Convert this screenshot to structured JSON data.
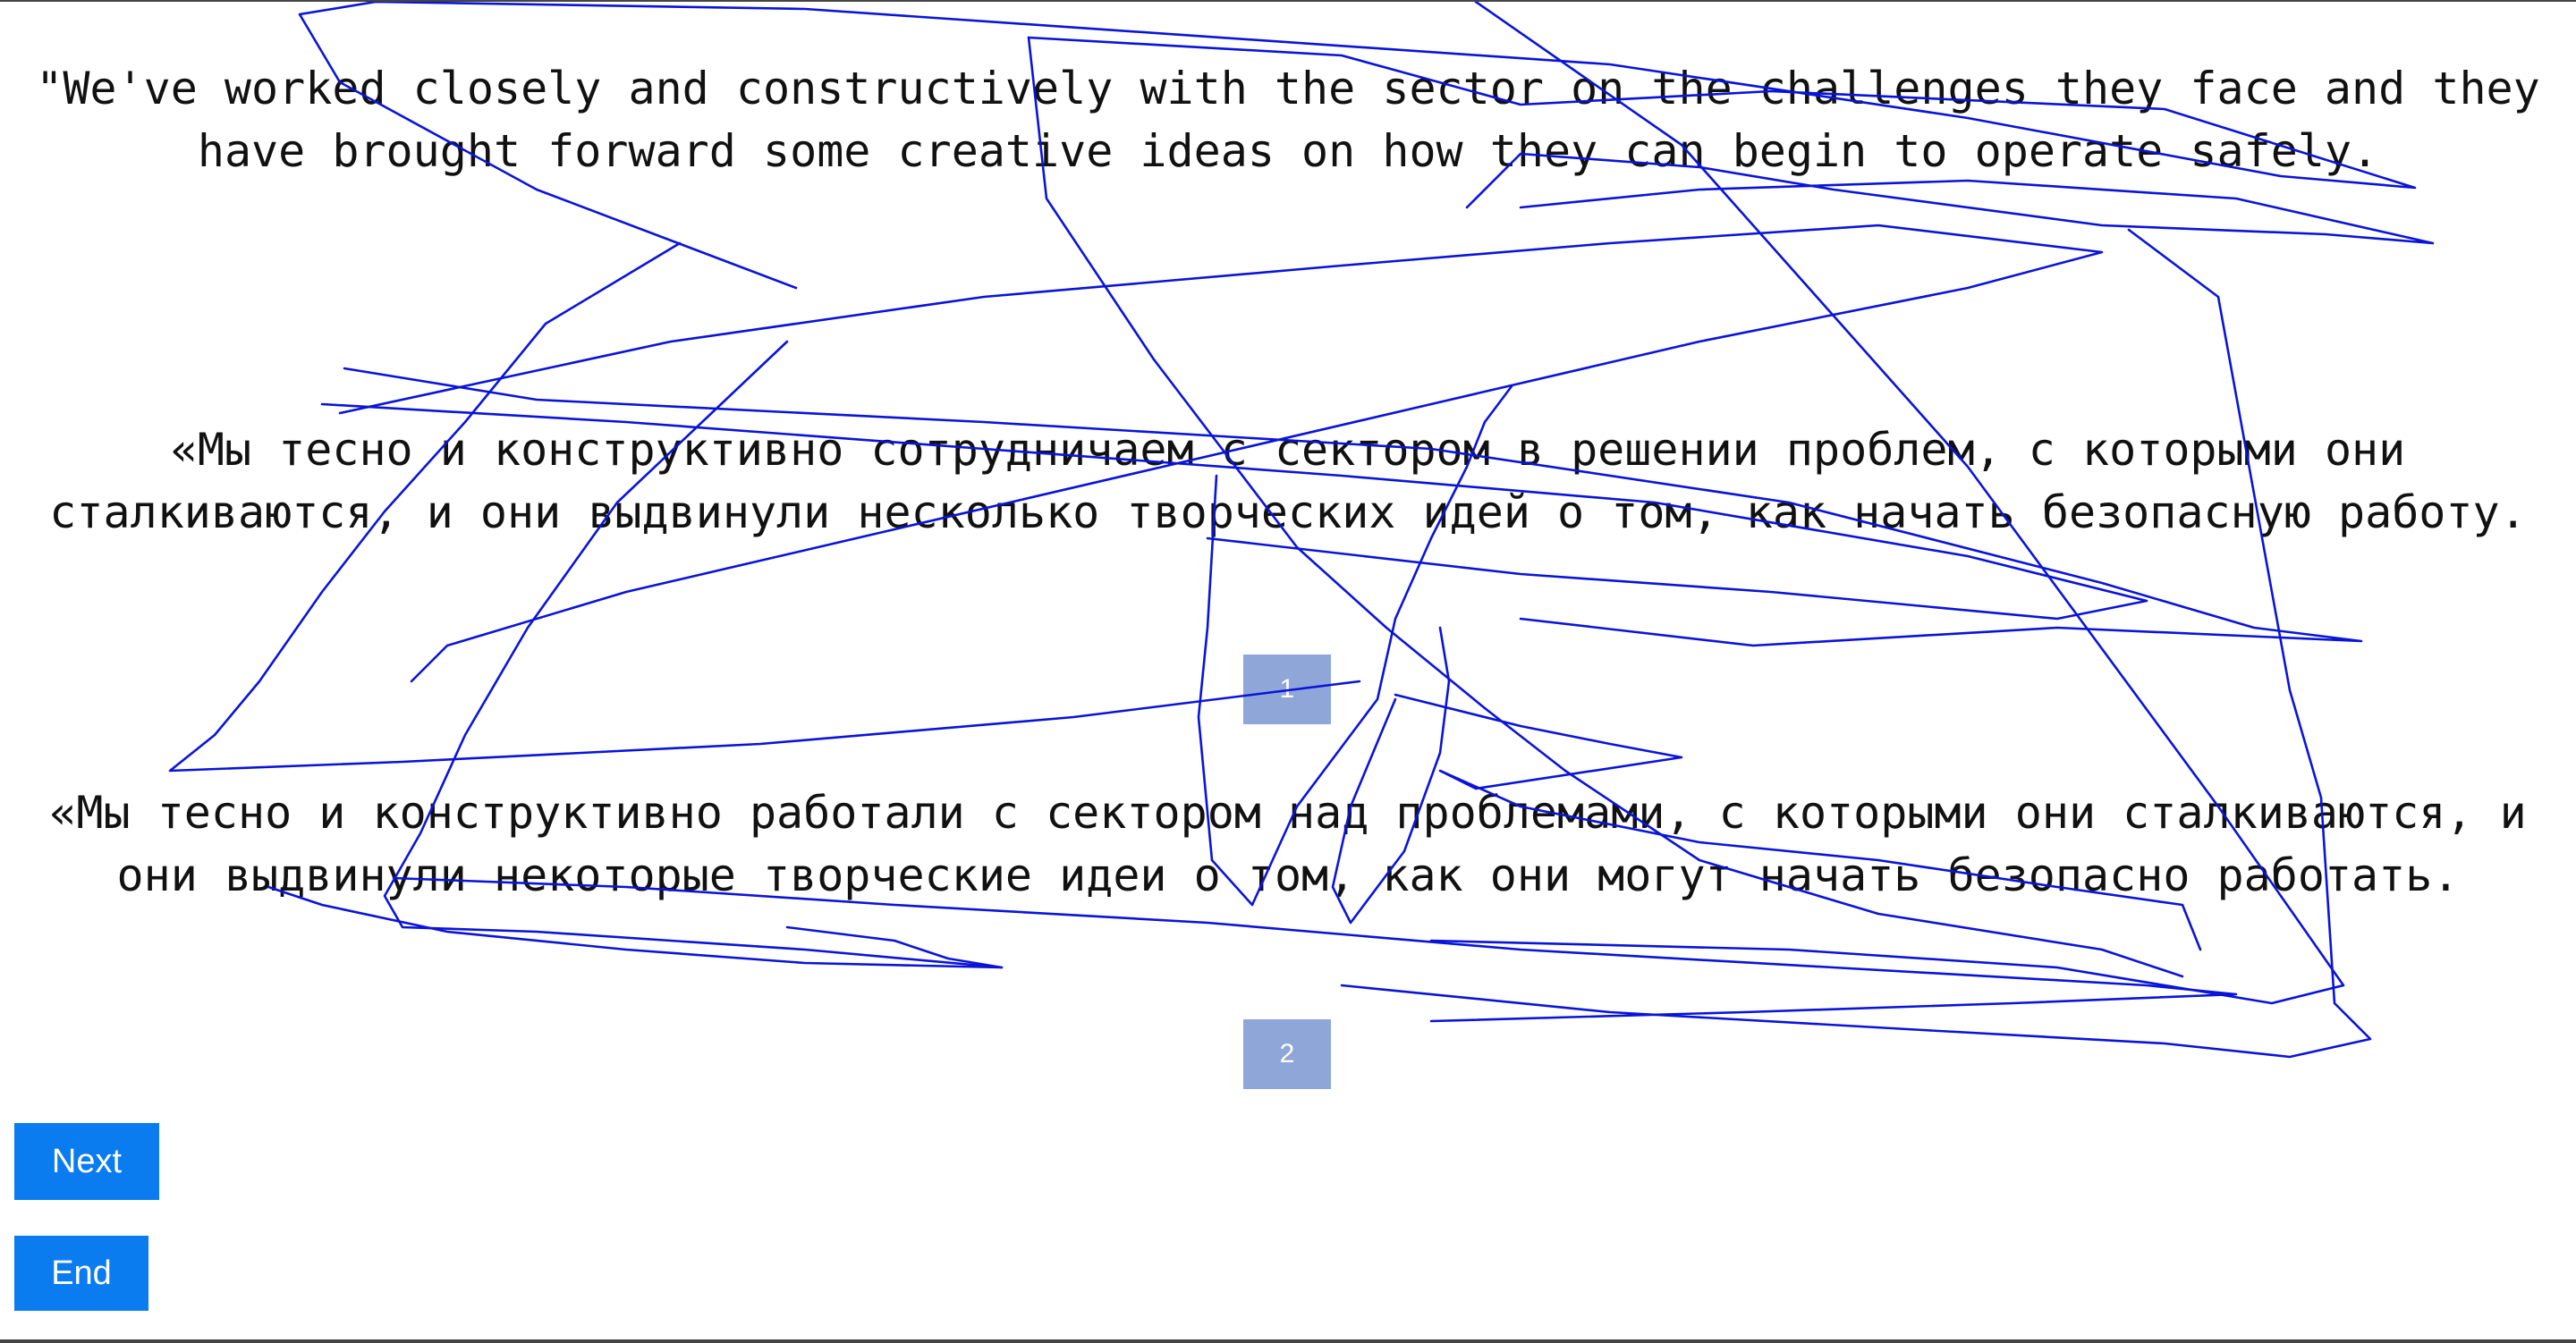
{
  "source": {
    "text": "\"We've worked closely and constructively with the sector on the challenges they face and they have brought forward some creative ideas on how they can begin to operate safely."
  },
  "translations": [
    {
      "text": "«Мы тесно и конструктивно сотрудничаем с сектором в решении проблем, с которыми они сталкиваются, и они выдвинули несколько творческих идей о том, как начать безопасную работу.",
      "rank": "1"
    },
    {
      "text": "«Мы тесно и конструктивно работали с сектором над проблемами, с которыми они сталкиваются, и они выдвинули некоторые творческие идеи о том, как они могут начать безопасно работать.",
      "rank": "2"
    }
  ],
  "controls": {
    "next_label": "Next",
    "end_label": "End"
  },
  "colors": {
    "badge": "#8fa6d8",
    "button": "#0a7cf0",
    "scribble": "#0a14d8"
  }
}
